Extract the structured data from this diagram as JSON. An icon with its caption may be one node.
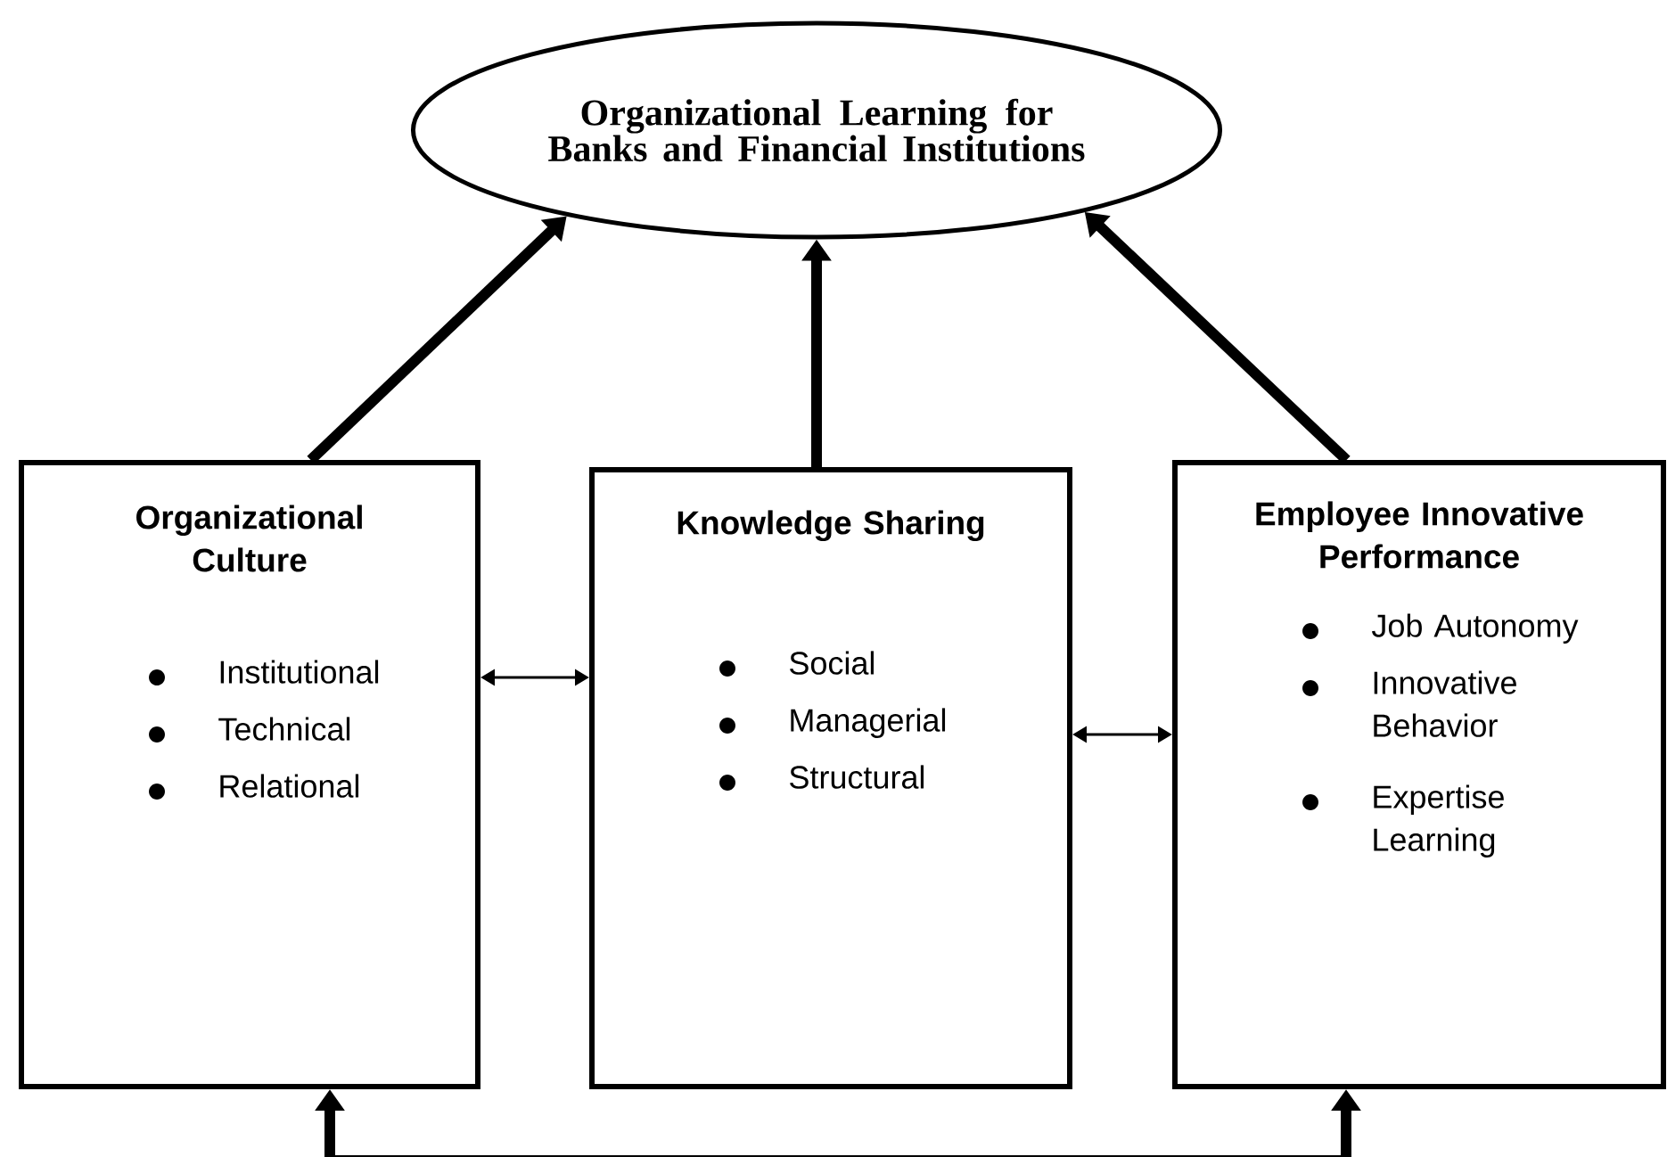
{
  "diagram": {
    "nodes": [
      {
        "text": [
          "Organizational Learning for Banks and Financial Institutions"
        ]
      },
      {
        "text": [
          "Organizational Culture",
          "Institutional",
          "Technical",
          "Relational"
        ]
      },
      {
        "text": [
          "Knowledge Sharing",
          "Social",
          "Managerial",
          "Structural"
        ]
      },
      {
        "text": [
          "Employee Innovative Performance",
          "Job Autonomy",
          "Innovative Behavior",
          "Expertise Learning"
        ]
      }
    ],
    "edges": [
      {
        "from": 1,
        "to": 0,
        "arrow": "to"
      },
      {
        "from": 2,
        "to": 0,
        "arrow": "to"
      },
      {
        "from": 3,
        "to": 0,
        "arrow": "to"
      },
      {
        "from": 1,
        "to": 2,
        "arrow": "both"
      },
      {
        "from": 2,
        "to": 3,
        "arrow": "both"
      },
      {
        "from": 1,
        "to": 3,
        "arrow": "both"
      }
    ]
  }
}
